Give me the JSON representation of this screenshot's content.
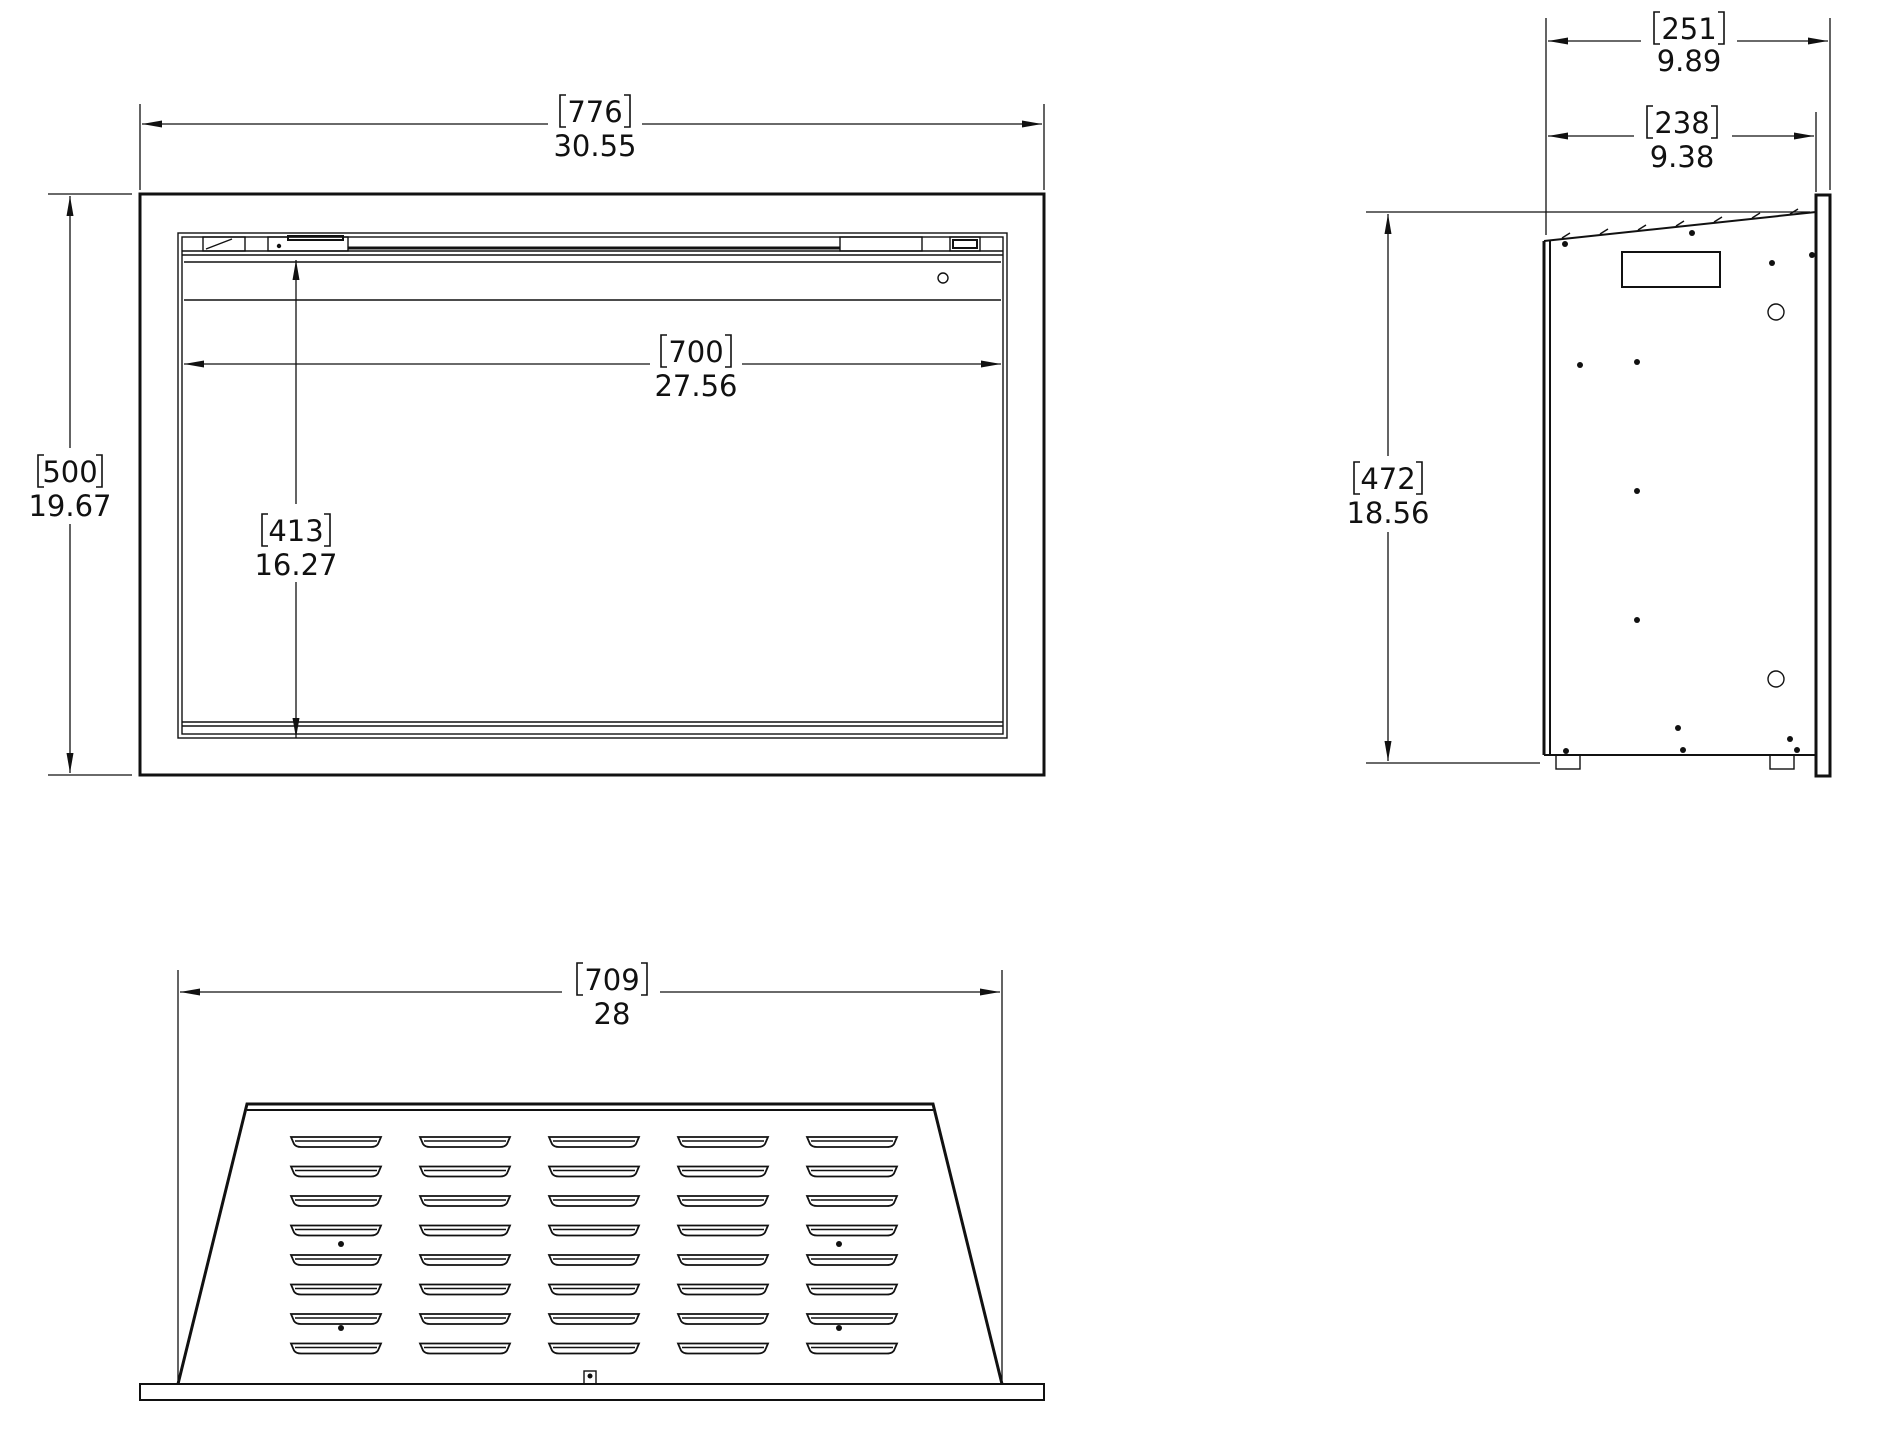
{
  "diagram": {
    "colors": {
      "line": "#111111",
      "background": "#ffffff"
    },
    "front_view": {
      "overall_width": {
        "metric": "776",
        "imperial": "30.55"
      },
      "overall_height": {
        "metric": "500",
        "imperial": "19.67"
      },
      "opening_width": {
        "metric": "700",
        "imperial": "27.56"
      },
      "opening_height": {
        "metric": "413",
        "imperial": "16.27"
      }
    },
    "side_view": {
      "overall_depth": {
        "metric": "251",
        "imperial": "9.89"
      },
      "body_depth": {
        "metric": "238",
        "imperial": "9.38"
      },
      "body_height": {
        "metric": "472",
        "imperial": "18.56"
      }
    },
    "top_view": {
      "body_width": {
        "metric": "709",
        "imperial": "28"
      }
    }
  }
}
